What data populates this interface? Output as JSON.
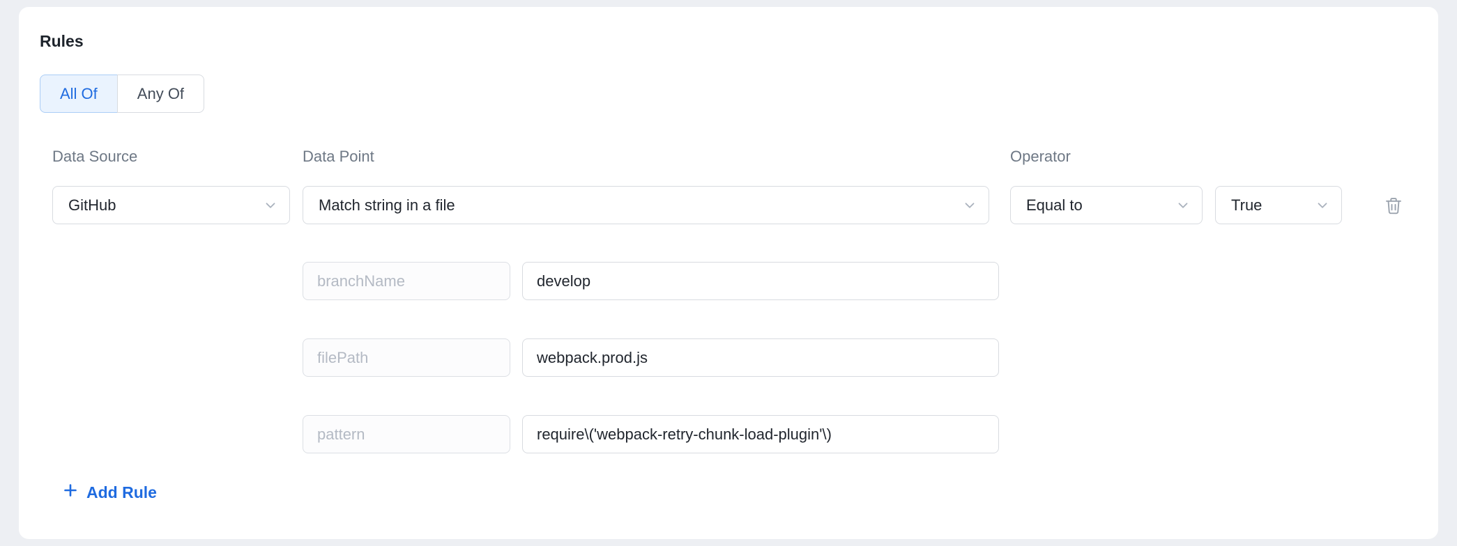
{
  "rules": {
    "title": "Rules",
    "mode_toggle": {
      "options": [
        {
          "label": "All Of",
          "selected": true
        },
        {
          "label": "Any Of",
          "selected": false
        }
      ]
    },
    "labels": {
      "data_source": "Data Source",
      "data_point": "Data Point",
      "operator": "Operator"
    },
    "rule": {
      "data_source": "GitHub",
      "data_point": "Match string in a file",
      "operator": "Equal to",
      "value": "True",
      "params": [
        {
          "key": "branchName",
          "value": "develop"
        },
        {
          "key": "filePath",
          "value": "webpack.prod.js"
        },
        {
          "key": "pattern",
          "value": "require\\('webpack-retry-chunk-load-plugin'\\)"
        }
      ]
    },
    "add_rule": {
      "label": "Add Rule"
    },
    "icons": {
      "select_caret": "chevron-down-icon",
      "delete": "trash-icon",
      "add": "plus-icon"
    },
    "colors": {
      "accent": "#1f6be0",
      "selected_bg": "#eaf3fe",
      "selected_border": "#abcdf6",
      "border": "#d8dbe0",
      "label_text": "#6e7885",
      "value_text": "#21262e",
      "placeholder_text": "#b4bac4",
      "page_bg": "#edeff3",
      "card_bg": "#ffffff"
    }
  }
}
